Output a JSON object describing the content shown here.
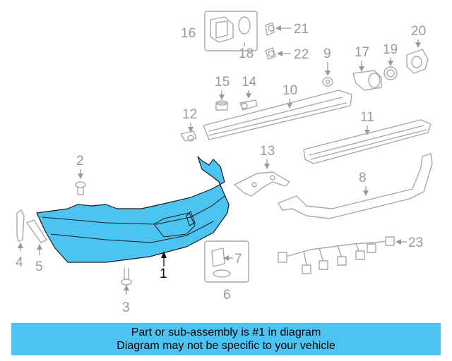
{
  "diagram": {
    "callouts": {
      "p1": "1",
      "p2": "2",
      "p3": "3",
      "p4": "4",
      "p5": "5",
      "p6": "6",
      "p7": "7",
      "p8": "8",
      "p9": "9",
      "p10": "10",
      "p11": "11",
      "p12": "12",
      "p13": "13",
      "p14": "14",
      "p15": "15",
      "p16": "16",
      "p17": "17",
      "p18": "18",
      "p19": "19",
      "p20": "20",
      "p21": "21",
      "p22": "22",
      "p23": "23"
    },
    "highlight_color": "#4dc3f2"
  },
  "banner": {
    "line1": "Part or sub-assembly is #1 in diagram",
    "line2": "Diagram may not be specific to your vehicle",
    "background": "#4dc3f2"
  }
}
